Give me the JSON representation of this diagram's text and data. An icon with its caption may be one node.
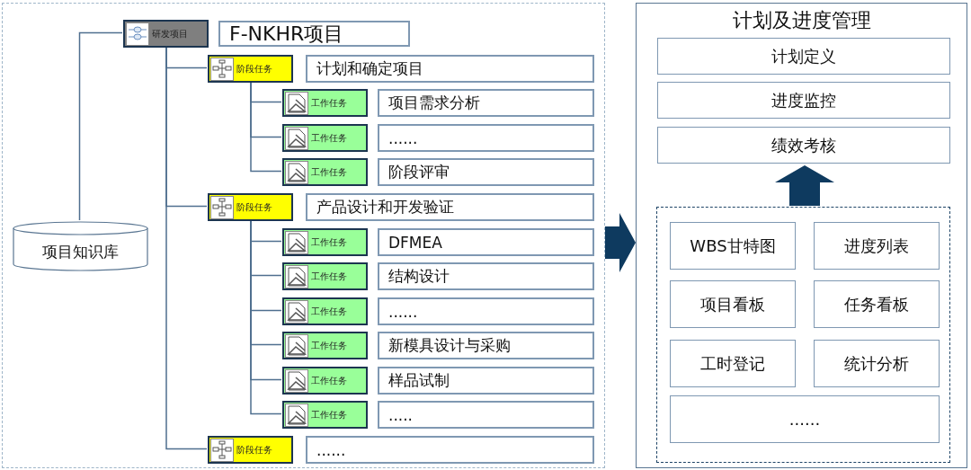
{
  "diagram": {
    "nodes": [
      {
        "text": [],
        "shape": "box"
      },
      {
        "text": [
          "研发项目"
        ],
        "in": 0
      },
      {
        "text": [
          "F-NKHR项目"
        ],
        "in": 0
      },
      {
        "text": [
          "阶段任务"
        ],
        "in": 0
      },
      {
        "text": [
          "计划和确定项目"
        ],
        "in": 0
      },
      {
        "text": [
          "工作任务"
        ],
        "in": 0
      },
      {
        "text": [
          "项目需求分析"
        ],
        "in": 0
      },
      {
        "text": [
          "工作任务"
        ],
        "in": 0
      },
      {
        "text": [
          "......"
        ],
        "in": 0
      },
      {
        "text": [
          "工作任务"
        ],
        "in": 0
      },
      {
        "text": [
          "阶段评审"
        ],
        "in": 0
      },
      {
        "text": [
          "阶段任务"
        ],
        "in": 0
      },
      {
        "text": [
          "产品设计和开发验证"
        ],
        "in": 0
      },
      {
        "text": [
          "工作任务"
        ],
        "in": 0
      },
      {
        "text": [
          "DFMEA"
        ],
        "in": 0
      },
      {
        "text": [
          "工作任务"
        ],
        "in": 0
      },
      {
        "text": [
          "结构设计"
        ],
        "in": 0
      },
      {
        "text": [
          "工作任务"
        ],
        "in": 0
      },
      {
        "text": [
          "......"
        ],
        "in": 0
      },
      {
        "text": [
          "工作任务"
        ],
        "in": 0
      },
      {
        "text": [
          "新模具设计与采购"
        ],
        "in": 0
      },
      {
        "text": [
          "工作任务"
        ],
        "in": 0
      },
      {
        "text": [
          "样品试制"
        ],
        "in": 0
      },
      {
        "text": [
          "工作任务"
        ],
        "in": 0
      },
      {
        "text": [
          "....."
        ],
        "in": 0
      },
      {
        "text": [
          "阶段任务"
        ],
        "in": 0
      },
      {
        "text": [
          "......"
        ],
        "in": 0
      },
      {
        "text": [
          "项目知识库"
        ],
        "in": 0
      },
      {
        "text": [
          "计划及进度管理"
        ]
      },
      {
        "text": [
          "计划定义"
        ],
        "in": 28
      },
      {
        "text": [
          "进度监控"
        ],
        "in": 28
      },
      {
        "text": [
          "绩效考核"
        ],
        "in": 28
      },
      {
        "text": [],
        "shape": "box",
        "in": 28
      },
      {
        "text": [
          "WBS甘特图"
        ],
        "in": 32
      },
      {
        "text": [
          "进度列表"
        ],
        "in": 32
      },
      {
        "text": [
          "项目看板"
        ],
        "in": 32
      },
      {
        "text": [
          "任务看板"
        ],
        "in": 32
      },
      {
        "text": [
          "工时登记"
        ],
        "in": 32
      },
      {
        "text": [
          "统计分析"
        ],
        "in": 32
      },
      {
        "text": [
          "......"
        ],
        "in": 32
      }
    ],
    "edges": [
      {
        "from": 1,
        "to": 27,
        "arrow": "none"
      },
      {
        "from": 1,
        "to": 3,
        "arrow": "none"
      },
      {
        "from": 1,
        "to": 11,
        "arrow": "none"
      },
      {
        "from": 1,
        "to": 25,
        "arrow": "none"
      },
      {
        "from": 3,
        "to": 5,
        "arrow": "none"
      },
      {
        "from": 3,
        "to": 7,
        "arrow": "none"
      },
      {
        "from": 3,
        "to": 9,
        "arrow": "none"
      },
      {
        "from": 11,
        "to": 13,
        "arrow": "none"
      },
      {
        "from": 11,
        "to": 15,
        "arrow": "none"
      },
      {
        "from": 11,
        "to": 17,
        "arrow": "none"
      },
      {
        "from": 11,
        "to": 19,
        "arrow": "none"
      },
      {
        "from": 11,
        "to": 21,
        "arrow": "none"
      },
      {
        "from": 11,
        "to": 23,
        "arrow": "none"
      },
      {
        "from": 0,
        "to": 28,
        "arrow": "to",
        "style": "thick",
        "color": "#0e3a5f"
      },
      {
        "from": 32,
        "to": 31,
        "arrow": "to",
        "style": "thick",
        "color": "#0e3a5f"
      }
    ]
  }
}
